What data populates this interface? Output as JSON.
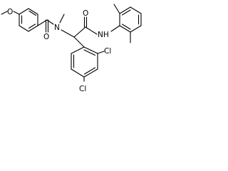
{
  "molecule": {
    "atoms": {
      "methoxy_o": "O",
      "carbonyl_o_left": "O",
      "amide_n_left": "N",
      "carbonyl_o_right": "O",
      "amide_nh": "NH",
      "chloro_top": "Cl",
      "chloro_bottom": "Cl"
    }
  },
  "colors": {
    "ink": "#000000",
    "background": "#ffffff"
  }
}
